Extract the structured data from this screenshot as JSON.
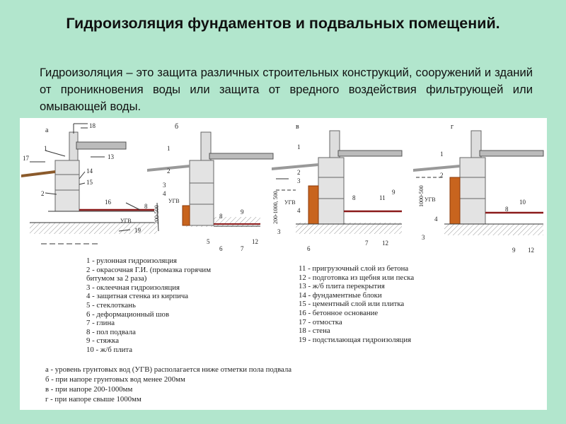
{
  "title": "Гидроизоляция фундаментов и подвальных помещений.",
  "intro": "Гидроизоляция – это защита различных строительных конструкций, сооружений и зданий от проникновения воды или защита от вредного воздействия фильтрующей или омывающей воды.",
  "diagram": {
    "panel_labels": [
      "а",
      "б",
      "в",
      "г"
    ],
    "ugv_label": "УГВ",
    "dims": [
      "200-500",
      "200-1000, 500",
      "1000-500"
    ],
    "callouts": {
      "a": [
        "18",
        "1",
        "13",
        "17",
        "14",
        "15",
        "2",
        "16",
        "8",
        "19"
      ],
      "b": [
        "1",
        "2",
        "3",
        "4",
        "8",
        "9",
        "5",
        "6",
        "7",
        "12"
      ],
      "v": [
        "1",
        "2",
        "3",
        "4",
        "8",
        "11",
        "9",
        "3",
        "6",
        "7",
        "12"
      ],
      "g": [
        "1",
        "2",
        "4",
        "3",
        "8",
        "10",
        "9",
        "12"
      ]
    },
    "legend_left": [
      "1 - рулонная гидроизоляция",
      "2 - окрасочная Г.И. (промазка горячим",
      "битумом за 2 раза)",
      "3 - оклеечная гидроизоляция",
      "4 - защитная стенка из кирпича",
      "5 - стеклоткань",
      "6 - деформационный шов",
      "7 - глина",
      "8 - пол подвала",
      "9 - стяжка",
      "10 - ж/б плита"
    ],
    "legend_right": [
      "11 - пригрузочный слой из бетона",
      "12 - подготовка из щебня или песка",
      "13 - ж/б плита перекрытия",
      "14 - фундаментные блоки",
      "15 - цементный слой или плитка",
      "16 - бетонное основание",
      "17 - отмостка",
      "18 - стена",
      "19 - подстилающая гидроизоляция"
    ],
    "legend_bottom": [
      "а - уровень грунтовых вод (УГВ) располагается ниже отметки пола подвала",
      "б - при напоре грунтовых вод менее 200мм",
      "в - при напоре 200-1000мм",
      "г - при напоре свыше 1000мм"
    ]
  }
}
